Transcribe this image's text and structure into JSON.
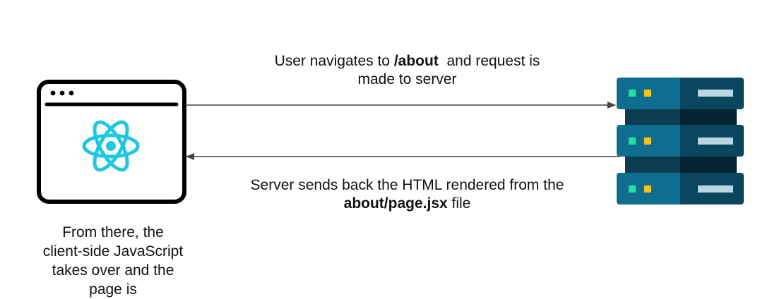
{
  "request": {
    "text_before": "User navigates to ",
    "path": "/about",
    "text_after": "  and request is",
    "line2": "made to server"
  },
  "response": {
    "line1": "Server sends back the HTML rendered from the",
    "file": "about/page.jsx",
    "file_suffix": " file"
  },
  "client_note": {
    "lines": [
      "From there, the",
      "client-side JavaScript",
      "takes over and the",
      "page is"
    ]
  },
  "colors": {
    "browser_outline": "#000000",
    "react_logo": "#1ec8e0",
    "server_light": "#0f6e8f",
    "server_dark": "#0b4660",
    "server_gap_light": "#0a3d52",
    "server_gap_dark": "#062532",
    "led_green": "#22e39a",
    "led_yellow": "#f4c518",
    "slot": "#b8d7e0",
    "arrow": "#444444"
  },
  "icons": {
    "browser": "browser-window-icon",
    "react": "react-atom-icon",
    "server": "server-rack-icon"
  }
}
